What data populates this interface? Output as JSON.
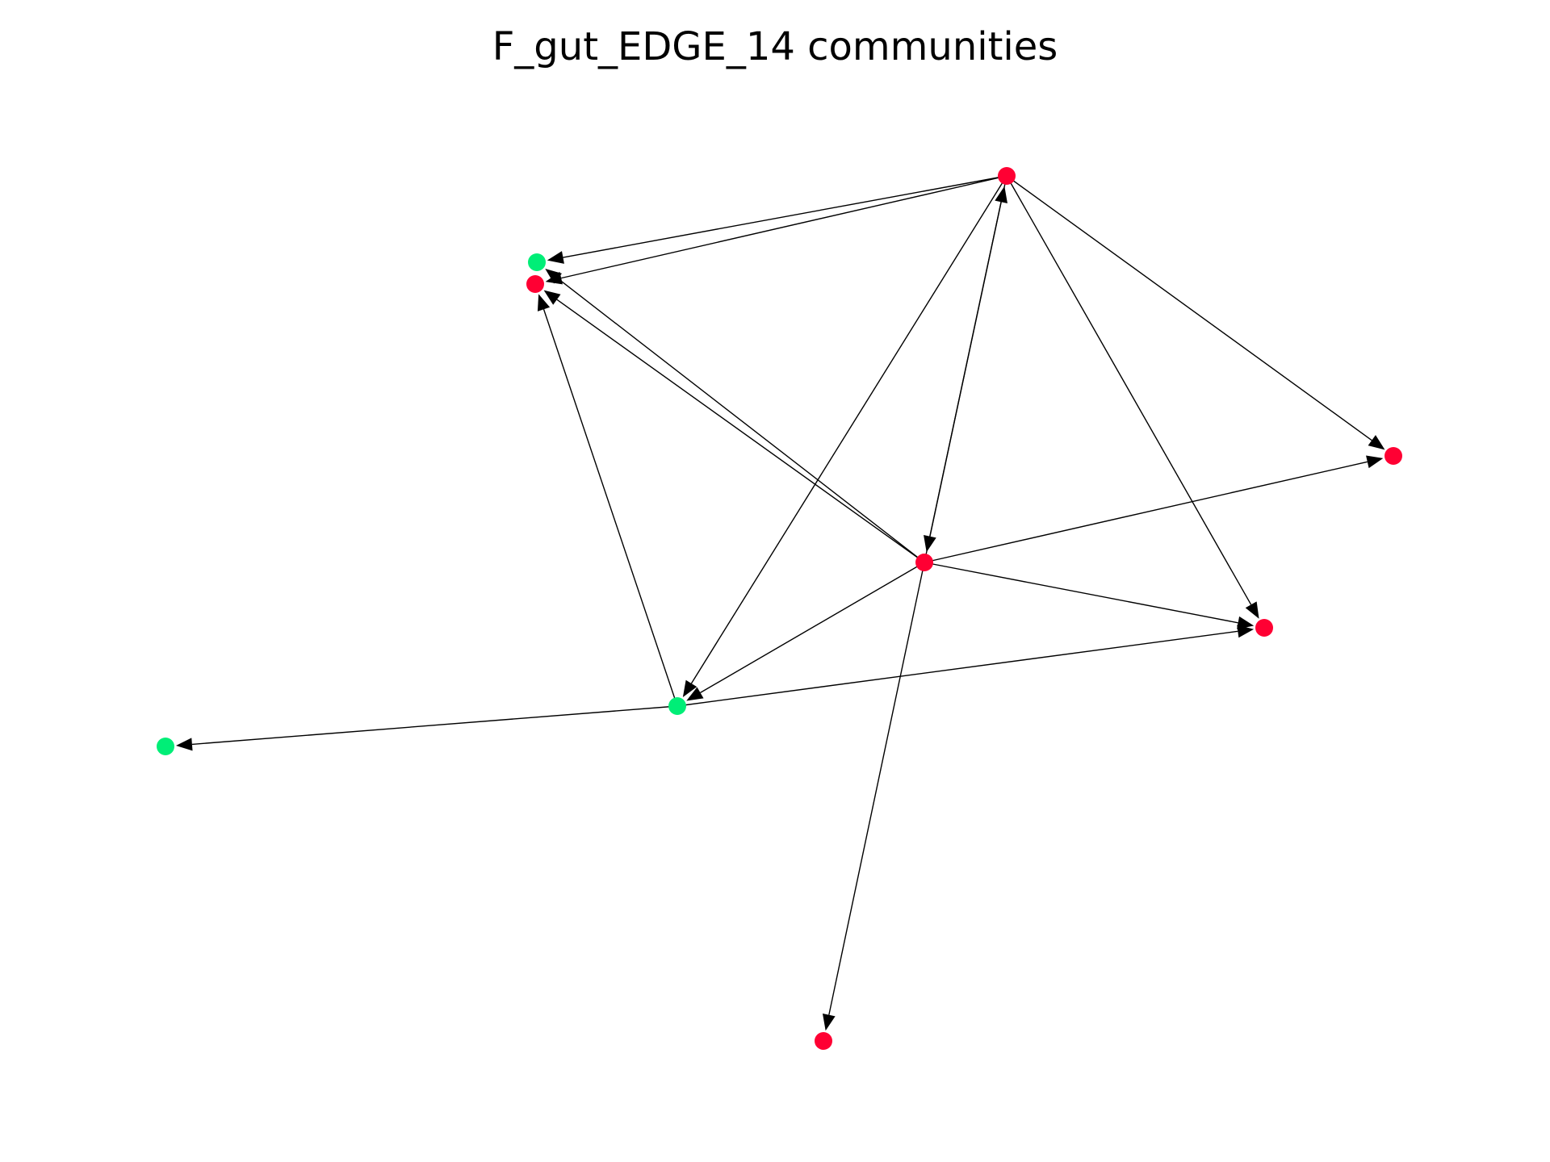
{
  "title": "F_gut_EDGE_14 communities",
  "colors": {
    "community_red": "#ff0033",
    "community_green": "#00ee77",
    "edge": "#000000",
    "background": "#ffffff"
  },
  "graph": {
    "type": "directed",
    "nodes": [
      {
        "id": "n1",
        "community": "red"
      },
      {
        "id": "n2",
        "community": "green"
      },
      {
        "id": "n3",
        "community": "red"
      },
      {
        "id": "n4",
        "community": "red"
      },
      {
        "id": "n5",
        "community": "red"
      },
      {
        "id": "n6",
        "community": "red"
      },
      {
        "id": "n7",
        "community": "green"
      },
      {
        "id": "n8",
        "community": "green"
      },
      {
        "id": "n9",
        "community": "red"
      }
    ],
    "edges": [
      {
        "source": "n1",
        "target": "n2"
      },
      {
        "source": "n1",
        "target": "n3"
      },
      {
        "source": "n1",
        "target": "n4"
      },
      {
        "source": "n1",
        "target": "n6"
      },
      {
        "source": "n1",
        "target": "n5"
      },
      {
        "source": "n1",
        "target": "n7"
      },
      {
        "source": "n5",
        "target": "n1"
      },
      {
        "source": "n5",
        "target": "n2"
      },
      {
        "source": "n5",
        "target": "n3"
      },
      {
        "source": "n5",
        "target": "n4"
      },
      {
        "source": "n5",
        "target": "n6"
      },
      {
        "source": "n5",
        "target": "n7"
      },
      {
        "source": "n5",
        "target": "n9"
      },
      {
        "source": "n7",
        "target": "n3"
      },
      {
        "source": "n7",
        "target": "n6"
      },
      {
        "source": "n7",
        "target": "n8"
      }
    ]
  }
}
